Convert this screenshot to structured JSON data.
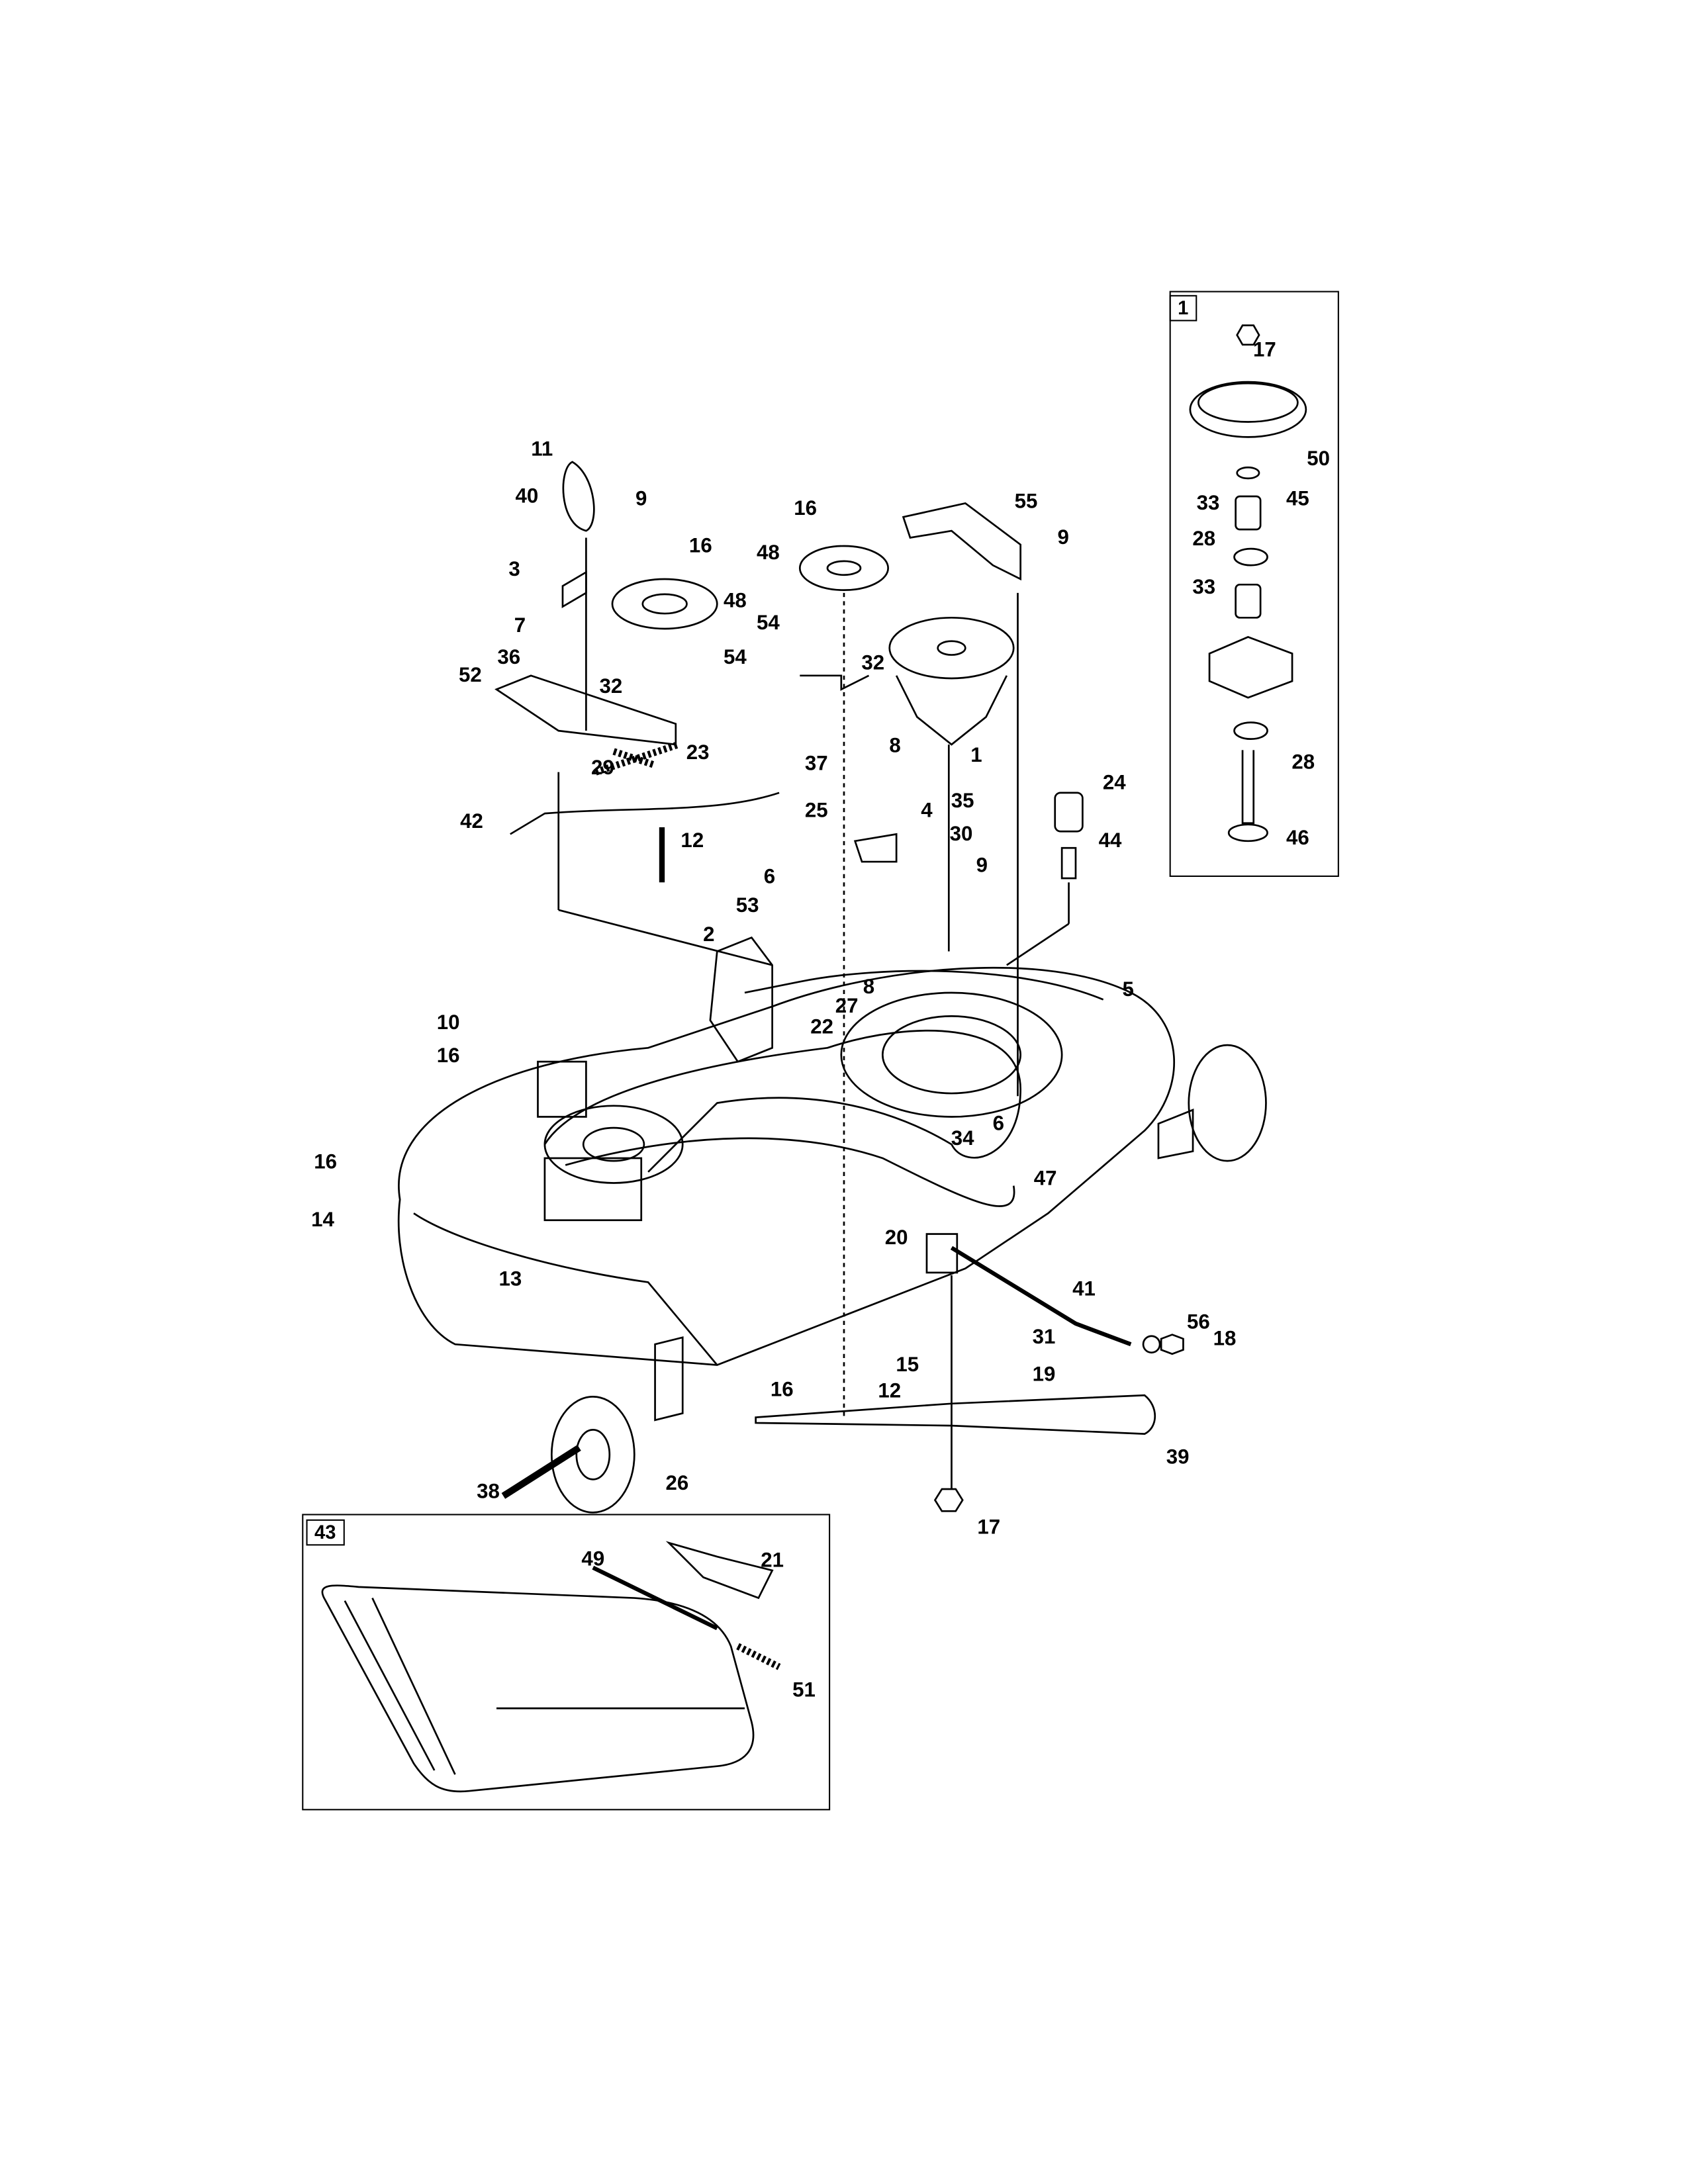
{
  "title": "Mower deck parts diagram",
  "main_callouts": [
    "11",
    "40",
    "9",
    "16",
    "3",
    "48",
    "7",
    "36",
    "32",
    "54",
    "52",
    "29",
    "23",
    "42",
    "12",
    "16",
    "48",
    "55",
    "9",
    "54",
    "32",
    "1",
    "8",
    "37",
    "25",
    "4",
    "24",
    "35",
    "30",
    "9",
    "44",
    "6",
    "53",
    "2",
    "27",
    "8",
    "22",
    "5",
    "10",
    "16",
    "34",
    "6",
    "47",
    "16",
    "14",
    "20",
    "13",
    "41",
    "31",
    "56",
    "18",
    "15",
    "12",
    "19",
    "16",
    "39",
    "38",
    "26",
    "17"
  ],
  "inset_spindle": {
    "tag": "1",
    "callouts": [
      "17",
      "50",
      "45",
      "33",
      "28",
      "33",
      "28",
      "46"
    ]
  },
  "inset_chute": {
    "tag": "43",
    "callouts": [
      "49",
      "21",
      "51"
    ]
  }
}
